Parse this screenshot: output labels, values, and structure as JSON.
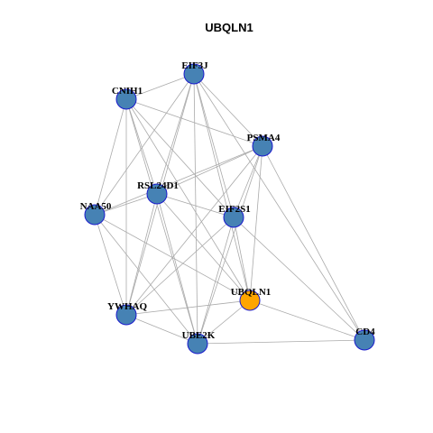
{
  "title": "UBQLN1",
  "colors": {
    "default_node": "#4682b4",
    "focus_node": "#ffa500",
    "node_stroke": "#1a1acc",
    "edge": "#aaaaaa"
  },
  "nodes": [
    {
      "id": "EIF3J",
      "label": "EIF3J",
      "focus": false
    },
    {
      "id": "CNIH1",
      "label": "CNIH1",
      "focus": false
    },
    {
      "id": "PSMA4",
      "label": "PSMA4",
      "focus": false
    },
    {
      "id": "RSL24D1",
      "label": "RSL24D1",
      "focus": false
    },
    {
      "id": "NAA50",
      "label": "NAA50",
      "focus": false
    },
    {
      "id": "EIF2S1",
      "label": "EIF2S1",
      "focus": false
    },
    {
      "id": "UBQLN1",
      "label": "UBQLN1",
      "focus": true
    },
    {
      "id": "YWHAQ",
      "label": "YWHAQ",
      "focus": false
    },
    {
      "id": "UBE2K",
      "label": "UBE2K",
      "focus": false
    },
    {
      "id": "CD4",
      "label": "CD4",
      "focus": false
    }
  ],
  "edges": [
    [
      "EIF3J",
      "CNIH1"
    ],
    [
      "EIF3J",
      "PSMA4"
    ],
    [
      "EIF3J",
      "RSL24D1"
    ],
    [
      "EIF3J",
      "NAA50"
    ],
    [
      "EIF3J",
      "EIF2S1"
    ],
    [
      "EIF3J",
      "UBQLN1"
    ],
    [
      "EIF3J",
      "YWHAQ"
    ],
    [
      "EIF3J",
      "UBE2K"
    ],
    [
      "EIF3J",
      "CD4"
    ],
    [
      "CNIH1",
      "PSMA4"
    ],
    [
      "CNIH1",
      "RSL24D1"
    ],
    [
      "CNIH1",
      "NAA50"
    ],
    [
      "CNIH1",
      "EIF2S1"
    ],
    [
      "CNIH1",
      "UBQLN1"
    ],
    [
      "CNIH1",
      "YWHAQ"
    ],
    [
      "CNIH1",
      "UBE2K"
    ],
    [
      "PSMA4",
      "RSL24D1"
    ],
    [
      "PSMA4",
      "NAA50"
    ],
    [
      "PSMA4",
      "EIF2S1"
    ],
    [
      "PSMA4",
      "UBQLN1"
    ],
    [
      "PSMA4",
      "YWHAQ"
    ],
    [
      "PSMA4",
      "UBE2K"
    ],
    [
      "PSMA4",
      "CD4"
    ],
    [
      "RSL24D1",
      "NAA50"
    ],
    [
      "RSL24D1",
      "EIF2S1"
    ],
    [
      "RSL24D1",
      "UBQLN1"
    ],
    [
      "RSL24D1",
      "YWHAQ"
    ],
    [
      "RSL24D1",
      "UBE2K"
    ],
    [
      "NAA50",
      "UBQLN1"
    ],
    [
      "NAA50",
      "YWHAQ"
    ],
    [
      "NAA50",
      "UBE2K"
    ],
    [
      "EIF2S1",
      "UBQLN1"
    ],
    [
      "EIF2S1",
      "YWHAQ"
    ],
    [
      "EIF2S1",
      "UBE2K"
    ],
    [
      "EIF2S1",
      "CD4"
    ],
    [
      "UBQLN1",
      "YWHAQ"
    ],
    [
      "UBQLN1",
      "UBE2K"
    ],
    [
      "UBQLN1",
      "CD4"
    ],
    [
      "YWHAQ",
      "UBE2K"
    ],
    [
      "UBE2K",
      "CD4"
    ]
  ]
}
